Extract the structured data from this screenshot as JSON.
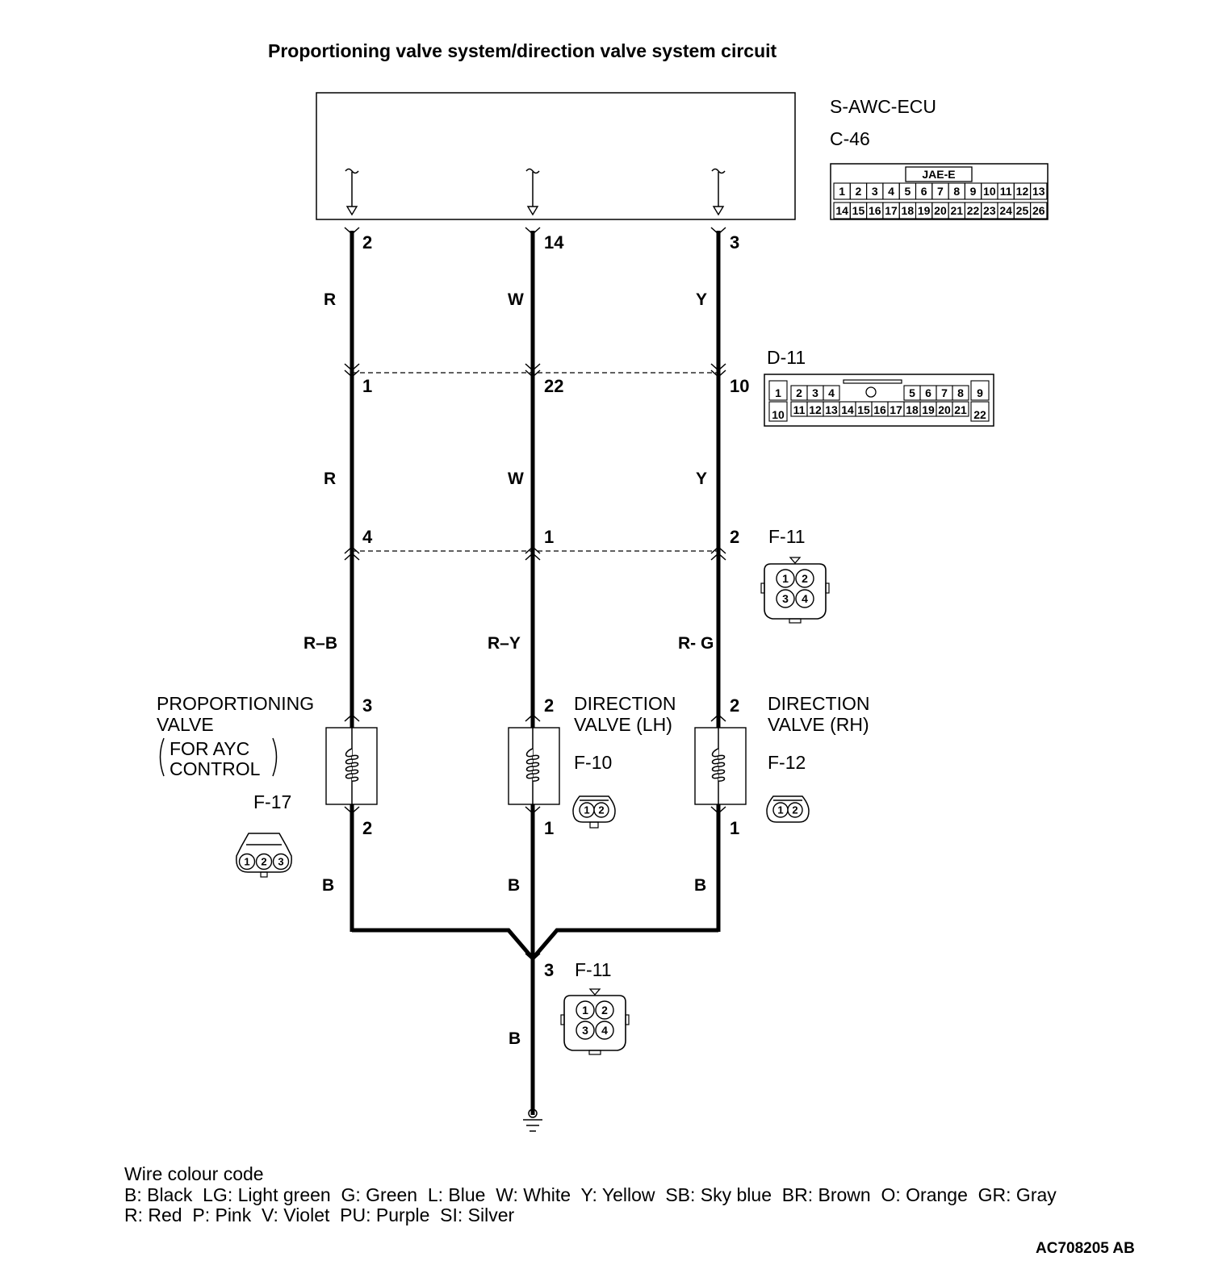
{
  "title": "Proportioning valve system/direction valve system circuit",
  "ecu": {
    "name": "S-AWC-ECU",
    "connector": "C-46",
    "connector_brand": "JAE-E",
    "pins_row1": [
      "1",
      "2",
      "3",
      "4",
      "5",
      "6",
      "7",
      "8",
      "9",
      "10",
      "11",
      "12",
      "13"
    ],
    "pins_row2": [
      "14",
      "15",
      "16",
      "17",
      "18",
      "19",
      "20",
      "21",
      "22",
      "23",
      "24",
      "25",
      "26"
    ]
  },
  "wires": [
    {
      "ecu_pin": "2",
      "color_top": "R",
      "d11_pin": "1",
      "color_mid": "R",
      "f11_pin": "4",
      "color_low": "R–B",
      "valve_pin_top": "3",
      "valve_pin_bottom": "2",
      "color_ground": "B"
    },
    {
      "ecu_pin": "14",
      "color_top": "W",
      "d11_pin": "22",
      "color_mid": "W",
      "f11_pin": "1",
      "color_low": "R–Y",
      "valve_pin_top": "2",
      "valve_pin_bottom": "1",
      "color_ground": "B"
    },
    {
      "ecu_pin": "3",
      "color_top": "Y",
      "d11_pin": "10",
      "color_mid": "Y",
      "f11_pin": "2",
      "color_low": "R- G",
      "valve_pin_top": "2",
      "valve_pin_bottom": "1",
      "color_ground": "B"
    }
  ],
  "d11": {
    "label": "D-11",
    "row1": [
      "1",
      "2",
      "3",
      "4",
      "5",
      "6",
      "7",
      "8",
      "9"
    ],
    "row2": [
      "10",
      "11",
      "12",
      "13",
      "14",
      "15",
      "16",
      "17",
      "18",
      "19",
      "20",
      "21",
      "22"
    ]
  },
  "f11_upper": {
    "label": "F-11",
    "pins": [
      "1",
      "2",
      "3",
      "4"
    ]
  },
  "valves": [
    {
      "line1": "PROPORTIONING",
      "line2": "VALVE",
      "line3": "FOR AYC",
      "line4": "CONTROL",
      "connector": "F-17",
      "pins": [
        "1",
        "2",
        "3"
      ]
    },
    {
      "line1": "DIRECTION",
      "line2": "VALVE (LH)",
      "connector": "F-10",
      "pins": [
        "1",
        "2"
      ]
    },
    {
      "line1": "DIRECTION",
      "line2": "VALVE (RH)",
      "connector": "F-12",
      "pins": [
        "1",
        "2"
      ]
    }
  ],
  "ground": {
    "connector": "F-11",
    "pin": "3",
    "color": "B",
    "pins": [
      "1",
      "2",
      "3",
      "4"
    ]
  },
  "legend": {
    "heading": "Wire colour code",
    "line1": "B: Black  LG: Light green  G: Green  L: Blue  W: White  Y: Yellow  SB: Sky blue  BR: Brown  O: Orange  GR: Gray",
    "line2": "R: Red  P: Pink  V: Violet  PU: Purple  SI: Silver"
  },
  "figure_id": "AC708205 AB"
}
